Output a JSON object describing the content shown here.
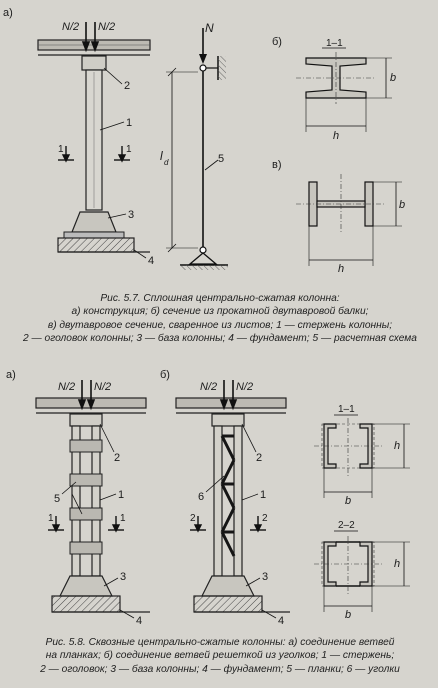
{
  "figure1": {
    "panel_a": "а)",
    "panel_b": "б)",
    "panel_v": "в)",
    "load_half_left": "N/2",
    "load_half_right": "N/2",
    "load_N": "N",
    "length_label": "l",
    "length_sub": "d",
    "callouts": [
      "1",
      "2",
      "3",
      "4",
      "5"
    ],
    "section_cut": "1",
    "section_title_b": "1–1",
    "dim_b": "b",
    "dim_h": "h",
    "caption_lines": [
      "Рис. 5.7. Сплошная центрально-сжатая колонна:",
      "а) конструкция; б) сечение из прокатной двутавровой балки;",
      "в) двутавровое сечение, сваренное из листов; 1 — стержень колонны;",
      "2 — оголовок колонны; 3 — база колонны; 4 — фундамент; 5 — расчетная схема"
    ]
  },
  "figure2": {
    "panel_a": "а)",
    "panel_b": "б)",
    "load_half_left": "N/2",
    "load_half_right": "N/2",
    "callouts_a": [
      "2",
      "5",
      "1",
      "3",
      "4"
    ],
    "callouts_b": [
      "2",
      "6",
      "1",
      "3",
      "4"
    ],
    "section_cut_1": "1",
    "section_cut_2": "2",
    "section_title_1": "1–1",
    "section_title_2": "2–2",
    "dim_b": "b",
    "dim_h": "h",
    "caption_lines": [
      "Рис. 5.8. Сквозные центрально-сжатые колонны: а) соединение ветвей",
      "на планках; б) соединение ветвей решеткой из уголков; 1 — стержень;",
      "2 — оголовок; 3 — база колонны; 4 — фундамент; 5 — планки; 6 — уголки"
    ]
  }
}
